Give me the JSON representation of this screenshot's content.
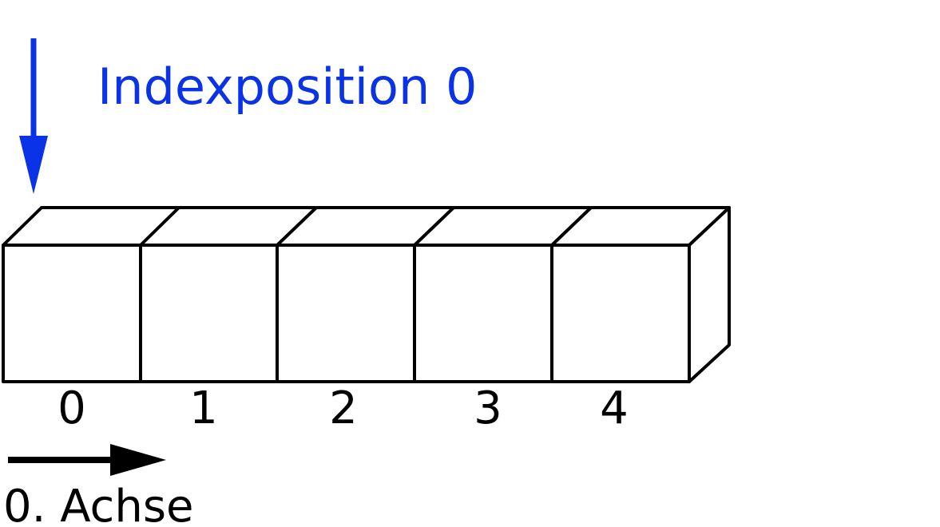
{
  "pointer": {
    "label": "Indexposition 0",
    "color": "#0a32e6"
  },
  "array": {
    "indices": [
      "0",
      "1",
      "2",
      "3",
      "4"
    ],
    "stroke_color": "#000000"
  },
  "axis": {
    "label": "0. Achse",
    "color": "#000000"
  }
}
